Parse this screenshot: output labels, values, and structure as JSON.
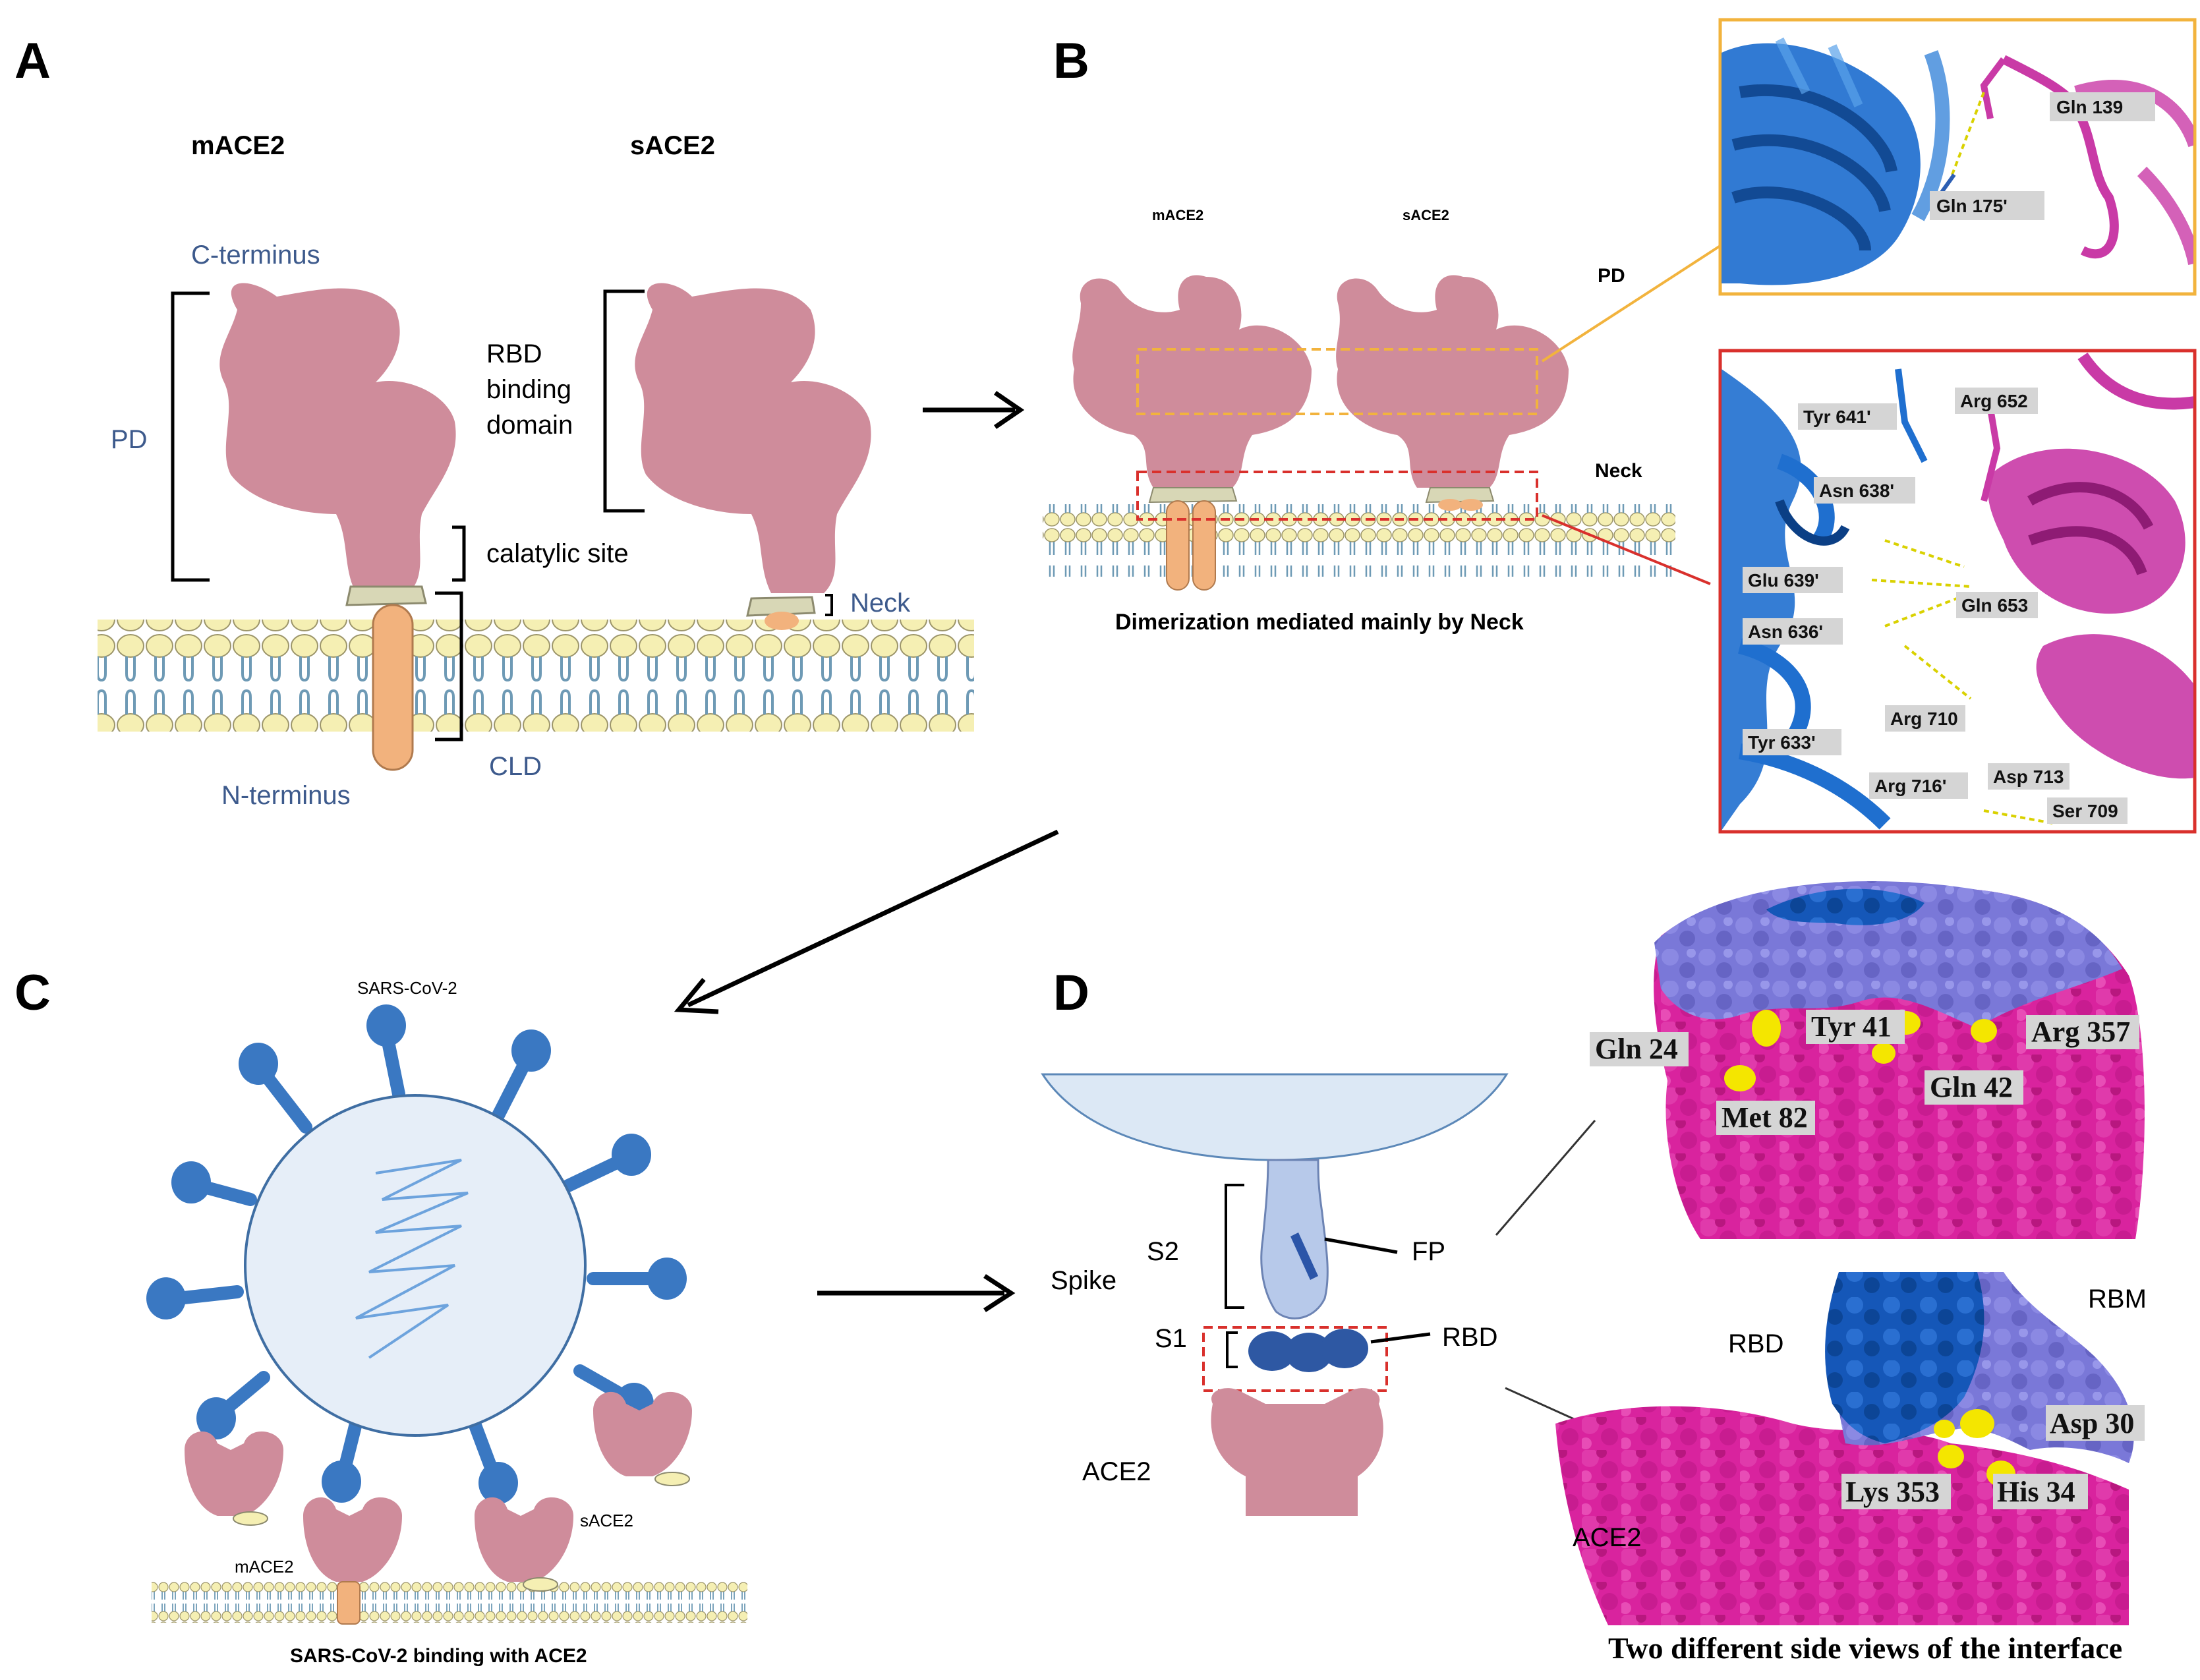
{
  "panels": {
    "a": {
      "letter": "A",
      "mace2_title": "mACE2",
      "sace2_title": "sACE2",
      "c_terminus": "C-terminus",
      "n_terminus": "N-terminus",
      "pd": "PD",
      "rbd_binding_domain": [
        "RBD",
        "binding",
        "domain"
      ],
      "catalytic_site": "calatylic site",
      "neck": "Neck",
      "cld": "CLD"
    },
    "b": {
      "letter": "B",
      "mace2": "mACE2",
      "sace2": "sACE2",
      "pd": "PD",
      "neck": "Neck",
      "caption": "Dimerization mediated mainly  by Neck",
      "top_residues": [
        "Gln 139",
        "Gln 175'"
      ],
      "bottom_residues": [
        "Tyr 641'",
        "Arg 652",
        "Asn 638'",
        "Glu 639'",
        "Gln 653",
        "Asn 636'",
        "Arg 710",
        "Tyr 633'",
        "Arg 716'",
        "Asp 713",
        "Ser 709"
      ]
    },
    "c": {
      "letter": "C",
      "virus": "SARS-CoV-2",
      "mace2": "mACE2",
      "sace2": "sACE2",
      "caption": "SARS-CoV-2 binding with ACE2"
    },
    "d": {
      "letter": "D",
      "spike": "Spike",
      "s2": "S2",
      "s1": "S1",
      "fp": "FP",
      "rbd": "RBD",
      "ace2": "ACE2",
      "top_residues": [
        "Gln 24",
        "Tyr 41",
        "Arg 357",
        "Gln 42",
        "Met 82"
      ],
      "bottom_labels": {
        "rbd": "RBD",
        "rbm": "RBM",
        "ace2": "ACE2"
      },
      "bottom_residues": [
        "Asp 30",
        "Lys 353",
        "His 34"
      ],
      "caption": "Two different side views of the interface"
    }
  },
  "colors": {
    "ace2_pink": "#cf8c9b",
    "lipid_head": "#f5efb3",
    "lipid_tail": "#6e9ab5",
    "transmembrane": "#f2b27d",
    "spike_blue": "#3a78c2",
    "virus_fill": "#e6eef8",
    "magenta_surface": "#d9239e",
    "slate_surface": "#7a78d8",
    "helix_blue": "#1f6fcf",
    "helix_magenta": "#c93aa6",
    "highlight_yellow": "#f4e600",
    "box_orange": "#f2b33d",
    "box_red": "#d9302c"
  },
  "icons": [
    "arrow-right-icon",
    "arrow-down-left-icon"
  ]
}
